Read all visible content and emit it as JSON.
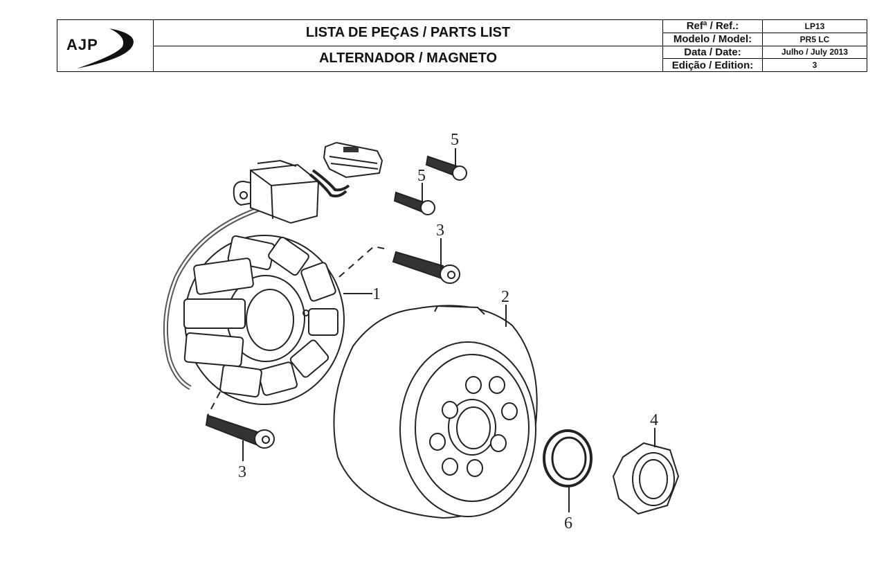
{
  "header": {
    "logo_text": "AJP",
    "title_line1": "LISTA DE PEÇAS / PARTS LIST",
    "title_line2": "ALTERNADOR / MAGNETO",
    "rows": [
      {
        "label": "Refª / Ref.:",
        "value": "LP13"
      },
      {
        "label": "Modelo / Model:",
        "value": "PR5 LC"
      },
      {
        "label": "Data / Date:",
        "value": "Julho / July 2013"
      },
      {
        "label": "Edição / Edition:",
        "value": "3"
      }
    ]
  },
  "callouts": {
    "stator": "1",
    "flywheel": "2",
    "bolt_long_upper": "3",
    "bolt_long_lower": "3",
    "nut": "4",
    "bolt_short_upper": "5",
    "bolt_short_lower": "5",
    "washer": "6"
  },
  "colors": {
    "line": "#222222",
    "border": "#000000"
  }
}
